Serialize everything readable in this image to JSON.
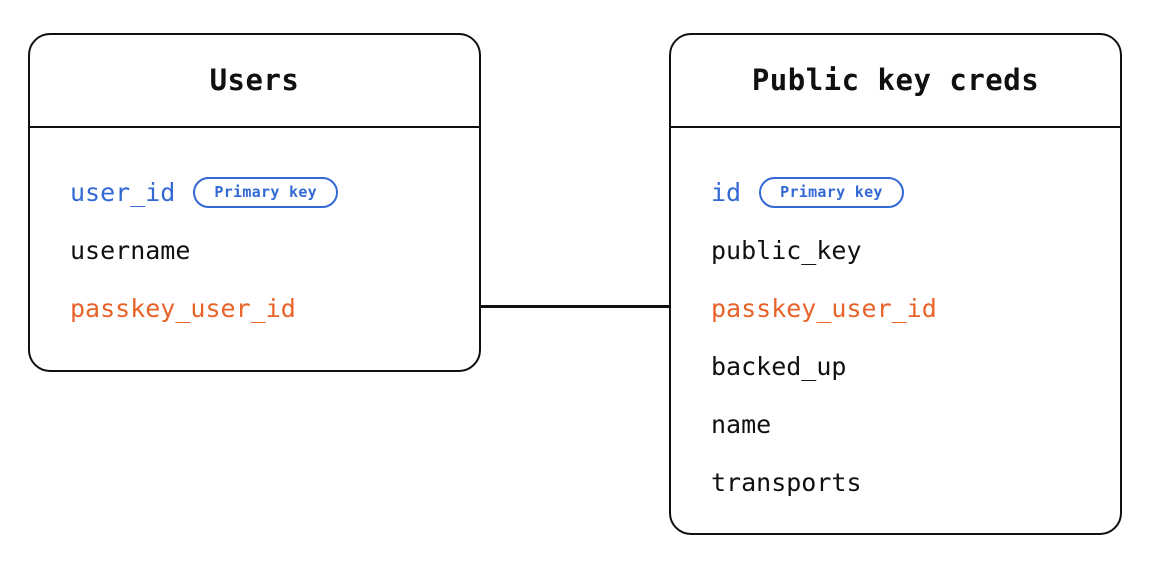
{
  "diagram": {
    "type": "entity-relationship-diagram",
    "background_color": "#ffffff",
    "colors": {
      "border": "#11100f",
      "text": "#11100f",
      "primary_key": "#3269d4",
      "foreign_key": "#e8632a"
    },
    "badge_label": "Primary key",
    "entities": [
      {
        "id": "users",
        "title": "Users",
        "fields": [
          {
            "name": "user_id",
            "role": "pk",
            "badge": "Primary key"
          },
          {
            "name": "username",
            "role": "plain",
            "badge": null
          },
          {
            "name": "passkey_user_id",
            "role": "fk",
            "badge": null
          }
        ]
      },
      {
        "id": "public-key-creds",
        "title": "Public key creds",
        "fields": [
          {
            "name": "id",
            "role": "pk",
            "badge": "Primary key"
          },
          {
            "name": "public_key",
            "role": "plain",
            "badge": null
          },
          {
            "name": "passkey_user_id",
            "role": "fk",
            "badge": null
          },
          {
            "name": "backed_up",
            "role": "plain",
            "badge": null
          },
          {
            "name": "name",
            "role": "plain",
            "badge": null
          },
          {
            "name": "transports",
            "role": "plain",
            "badge": null
          }
        ]
      }
    ],
    "relationships": [
      {
        "from": "users.passkey_user_id",
        "to": "public-key-creds.passkey_user_id",
        "style": "solid-line"
      }
    ]
  }
}
